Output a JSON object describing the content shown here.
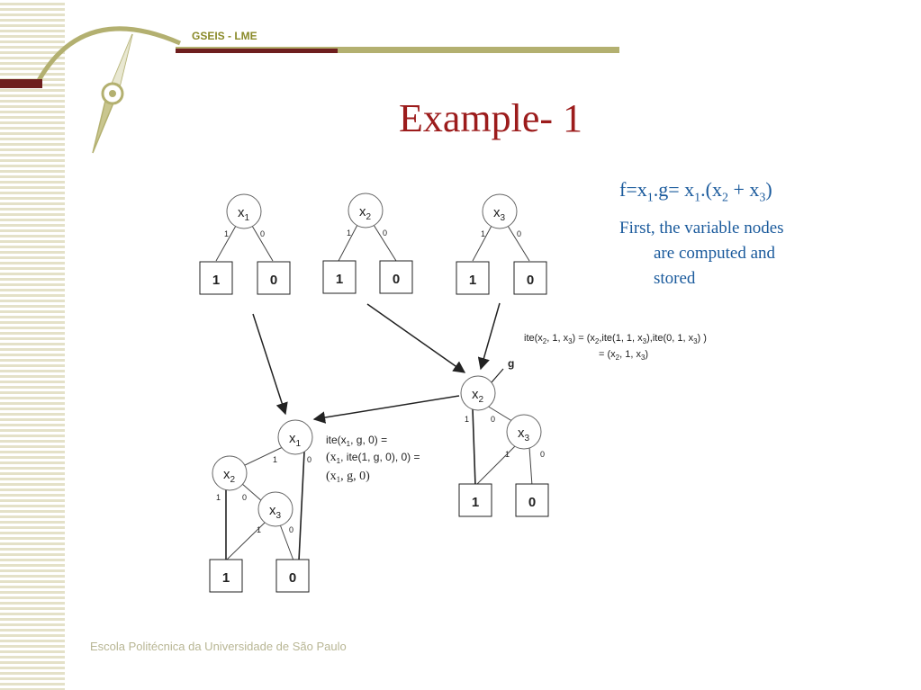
{
  "colors": {
    "title": "#9c1c1c",
    "header_label": "#8a8a2a",
    "body_text": "#1a5a9c",
    "footer": "#b8b694",
    "stripe": "#e4e1c8",
    "deco_maroon": "#6e1e1e",
    "deco_olive": "#b3b070",
    "diagram_stroke": "#222222"
  },
  "header": {
    "label": "GSEIS - LME",
    "logo_icon": "compass-star-icon"
  },
  "slide": {
    "title": "Example- 1",
    "formula": {
      "f": "f=x",
      "s1": "1",
      "g": ".g= x",
      "s2": "1",
      "open": ".(x",
      "s3": "2",
      "plus": " + x",
      "s4": "3",
      "close": ")"
    },
    "desc": {
      "line1": "First, the variable nodes",
      "line2": "are computed and",
      "line3": "stored"
    }
  },
  "diagram": {
    "edge_one": "1",
    "edge_zero": "0",
    "terminal_one": "1",
    "terminal_zero": "0",
    "var_x": "x",
    "sub_1": "1",
    "sub_2": "2",
    "sub_3": "3",
    "g_label": "g",
    "ite_g": {
      "line1": {
        "a": "ite(x",
        "b": ", 1, x",
        "c": ") = (x",
        "d": ",ite(1, 1, x",
        "e": "),ite(0, 1, x",
        "f": ") )"
      },
      "line2": {
        "a": "= (x",
        "b": ", 1, x",
        "c": ")"
      }
    },
    "ite_f": {
      "line1": {
        "a": "ite(x",
        "b": ", g, 0) ="
      },
      "line2": {
        "a": "(x",
        "b": ", ite(1, g, 0), 0) ="
      },
      "line3": {
        "a": "(x",
        "b": ", g, 0)"
      }
    }
  },
  "footer": {
    "text": "Escola Politécnica da Universidade de São Paulo"
  }
}
